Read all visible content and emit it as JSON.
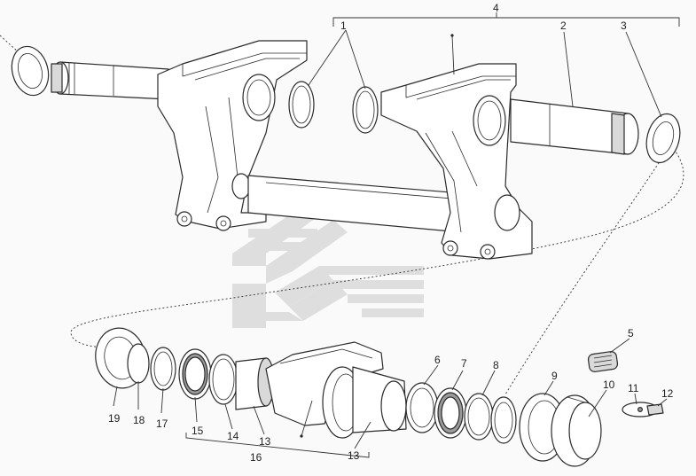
{
  "callouts": {
    "c1": "1",
    "c2": "2",
    "c3": "3",
    "c4": "4",
    "c5": "5",
    "c6": "6",
    "c7": "7",
    "c8": "8",
    "c9": "9",
    "c10": "10",
    "c11": "11",
    "c12": "12",
    "c13a": "13",
    "c13b": "13",
    "c14": "14",
    "c15": "15",
    "c16": "16",
    "c17": "17",
    "c18": "18",
    "c19": "19"
  },
  "colors": {
    "line": "#2a2a2a",
    "watermark": "#bdbdbd",
    "shade": "#9a9a9a"
  },
  "watermark_logo": "stylized chevron logo"
}
